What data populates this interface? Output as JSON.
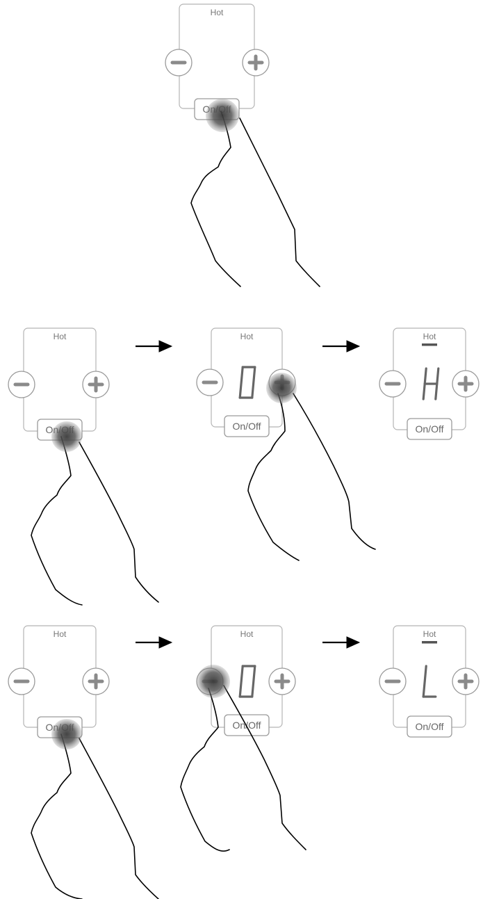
{
  "labels": {
    "hot": "Hot",
    "on_off": "On/Off",
    "minus_symbol": "−",
    "plus_symbol": "+"
  },
  "display": {
    "zero": "0",
    "high": "H",
    "low": "L"
  },
  "colors": {
    "panel_stroke": "#b4b4b4",
    "button_stroke": "#9a9a9a",
    "icon_gray": "#8a8a8a",
    "segment_gray": "#666666",
    "arrow": "#000000",
    "hand_stroke": "#000000",
    "touch_dot": "#555555"
  },
  "steps": [
    {
      "id": "power-on-single",
      "display": "",
      "touched": "on-off"
    },
    {
      "id": "high-power-on",
      "display": "",
      "touched": "on-off"
    },
    {
      "id": "high-press-plus",
      "display": "0",
      "touched": "plus"
    },
    {
      "id": "high-result",
      "display": "H",
      "touched": ""
    },
    {
      "id": "low-power-on",
      "display": "",
      "touched": "on-off"
    },
    {
      "id": "low-press-minus",
      "display": "0",
      "touched": "minus"
    },
    {
      "id": "low-result",
      "display": "L",
      "touched": ""
    }
  ]
}
